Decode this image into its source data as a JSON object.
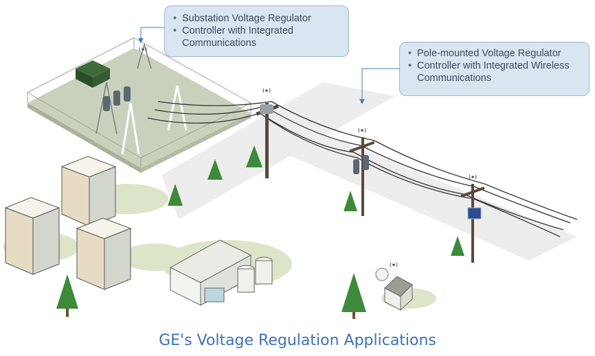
{
  "callouts": {
    "substation": {
      "items": [
        "Substation Voltage Regulator",
        "Controller with Integrated Communications"
      ]
    },
    "pole": {
      "items": [
        "Pole-mounted Voltage Regulator",
        "Controller with Integrated Wireless Communications"
      ]
    }
  },
  "caption": "GE's Voltage Regulation Applications",
  "colors": {
    "caption": "#3d72b8",
    "callout_fill": "#d9e5f1",
    "callout_border": "#9fb6cf",
    "road": "#ececec",
    "grass": "#dde5c8",
    "substation_yard": "#c9d1bd"
  }
}
